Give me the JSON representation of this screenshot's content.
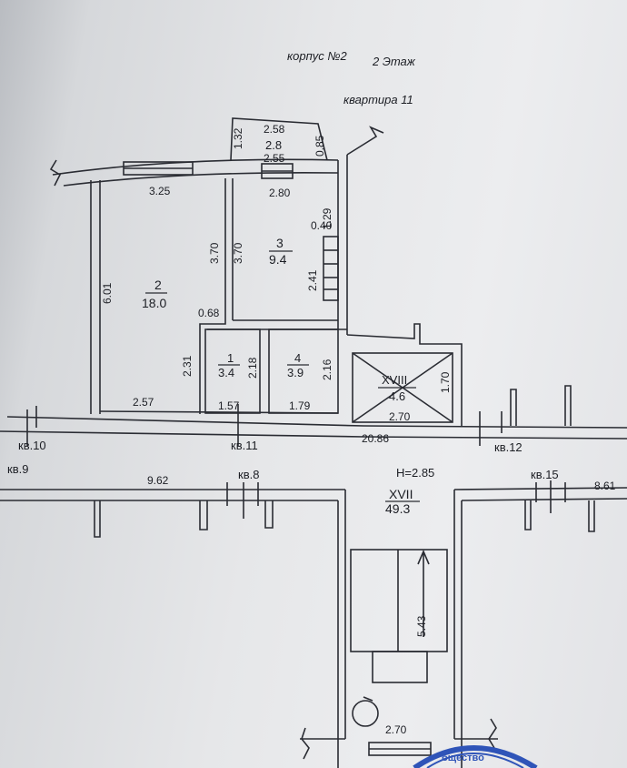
{
  "header": {
    "building": "корпус №2",
    "floor": "2 Этаж",
    "apartment": "квартира 11"
  },
  "rooms": [
    {
      "id": "2",
      "area": "18.0"
    },
    {
      "id": "3",
      "area": "9.4"
    },
    {
      "id": "1",
      "area": "3.4"
    },
    {
      "id": "4",
      "area": "3.9"
    },
    {
      "id": "XVIII",
      "area": "4.6"
    },
    {
      "id": "XVII",
      "area": "49.3"
    }
  ],
  "balcony": {
    "top": "2.58",
    "area": "2.8",
    "bottom": "2.55"
  },
  "dimensions": {
    "d_1_32": "1.32",
    "d_0_85": "0.85",
    "d_3_25": "3.25",
    "d_2_80": "2.80",
    "d_1_29": "1.29",
    "d_0_40": "0.40",
    "d_3_70_a": "3.70",
    "d_3_70_b": "3.70",
    "d_2_41": "2.41",
    "d_6_01": "6.01",
    "d_0_68": "0.68",
    "d_2_31": "2.31",
    "d_2_18": "2.18",
    "d_2_16": "2.16",
    "d_1_70": "1.70",
    "d_2_57": "2.57",
    "d_1_57": "1.57",
    "d_1_79": "1.79",
    "d_2_70_a": "2.70",
    "d_20_86": "20.86",
    "d_9_62": "9.62",
    "d_8_61": "8.61",
    "d_5_43": "5.43",
    "d_2_70_b": "2.70"
  },
  "height": "H=2.85",
  "apartments": {
    "kv10": "кв.10",
    "kv9": "кв.9",
    "kv11": "кв.11",
    "kv12": "кв.12",
    "kv8": "кв.8",
    "kv15": "кв.15"
  },
  "stamp": {
    "text": "бщество"
  },
  "colors": {
    "ink": "#1c1e24",
    "paper": "#e6e7e9",
    "stamp": "#2f54b8"
  }
}
